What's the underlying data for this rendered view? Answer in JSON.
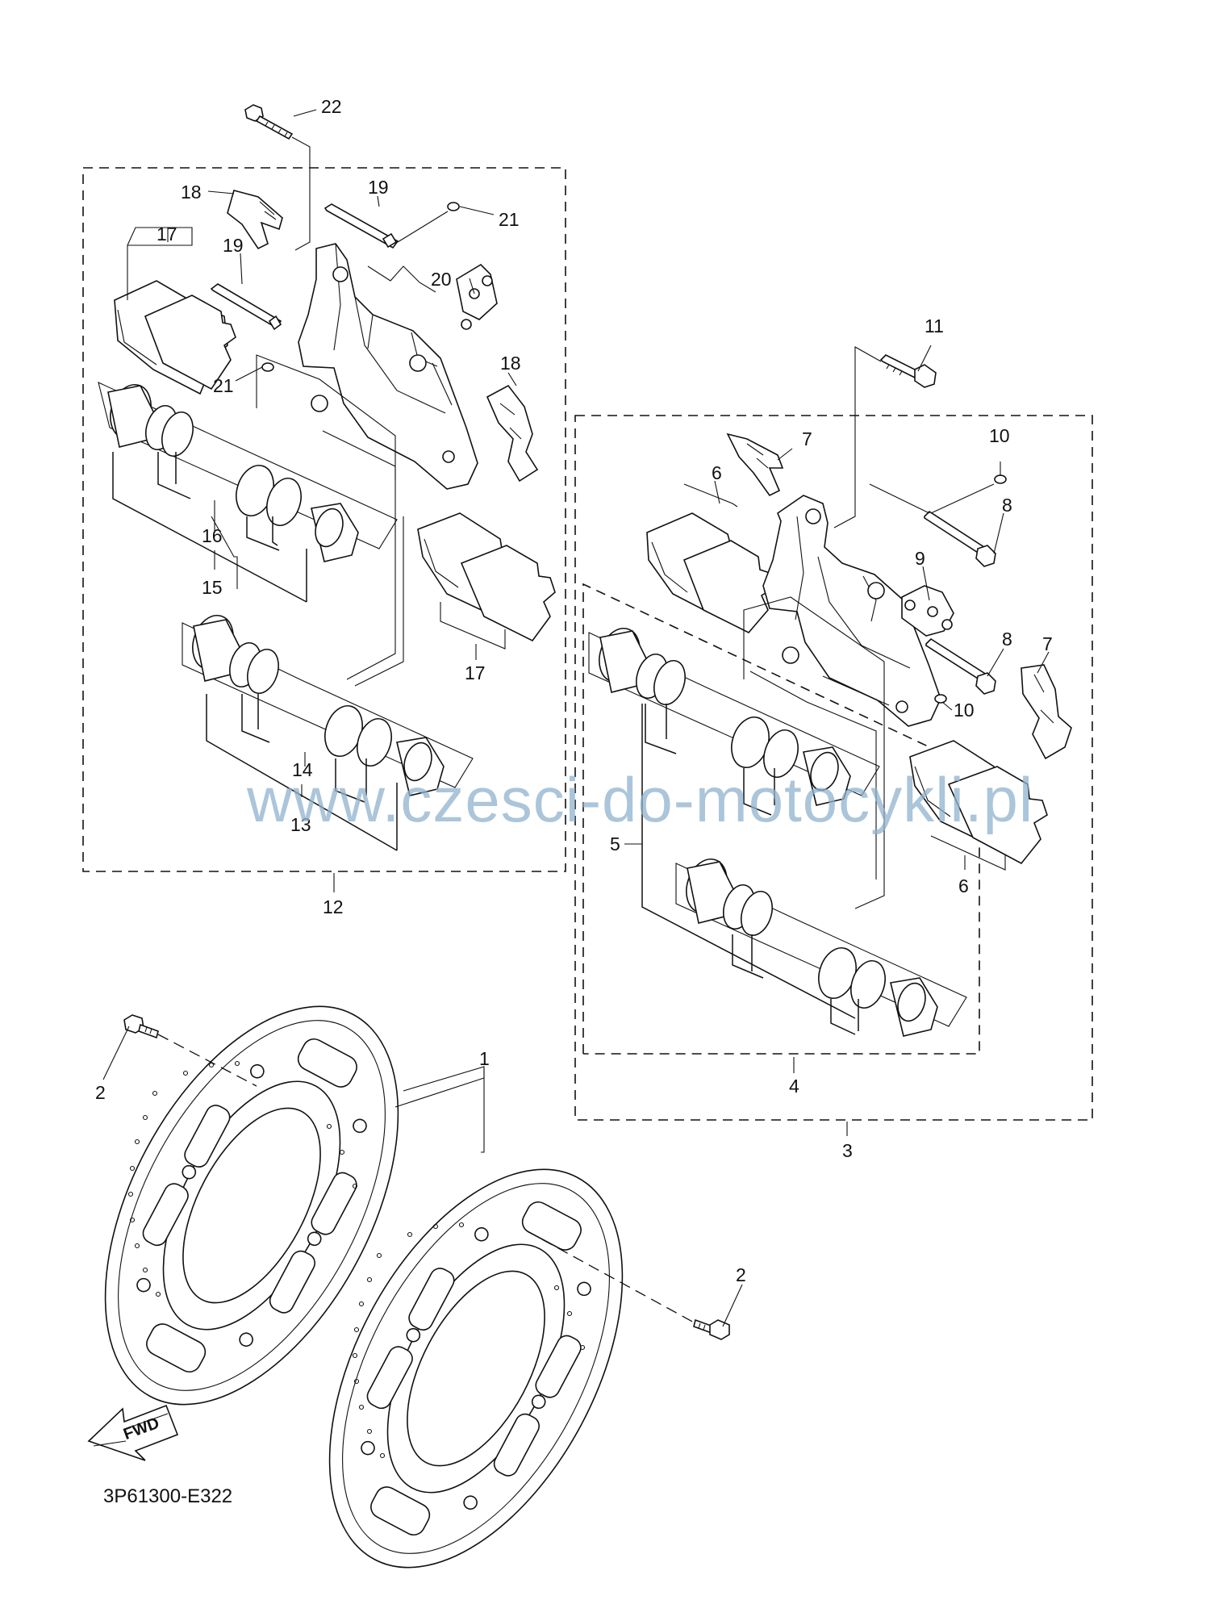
{
  "diagram": {
    "code": "3P61300-E322",
    "watermark": "www.czesci-do-motocykli.pl",
    "fwd_label": "FWD",
    "callouts": [
      {
        "id": "c1",
        "label": "1"
      },
      {
        "id": "c2a",
        "label": "2"
      },
      {
        "id": "c2b",
        "label": "2"
      },
      {
        "id": "c3",
        "label": "3"
      },
      {
        "id": "c4",
        "label": "4"
      },
      {
        "id": "c5",
        "label": "5"
      },
      {
        "id": "c6a",
        "label": "6"
      },
      {
        "id": "c6b",
        "label": "6"
      },
      {
        "id": "c7a",
        "label": "7"
      },
      {
        "id": "c7b",
        "label": "7"
      },
      {
        "id": "c8a",
        "label": "8"
      },
      {
        "id": "c8b",
        "label": "8"
      },
      {
        "id": "c9",
        "label": "9"
      },
      {
        "id": "c10a",
        "label": "10"
      },
      {
        "id": "c10b",
        "label": "10"
      },
      {
        "id": "c11",
        "label": "11"
      },
      {
        "id": "c12",
        "label": "12"
      },
      {
        "id": "c13",
        "label": "13"
      },
      {
        "id": "c14",
        "label": "14"
      },
      {
        "id": "c15",
        "label": "15"
      },
      {
        "id": "c16",
        "label": "16"
      },
      {
        "id": "c17a",
        "label": "17"
      },
      {
        "id": "c17b",
        "label": "17"
      },
      {
        "id": "c18a",
        "label": "18"
      },
      {
        "id": "c18b",
        "label": "18"
      },
      {
        "id": "c19a",
        "label": "19"
      },
      {
        "id": "c19b",
        "label": "19"
      },
      {
        "id": "c20",
        "label": "20"
      },
      {
        "id": "c21a",
        "label": "21"
      },
      {
        "id": "c21b",
        "label": "21"
      },
      {
        "id": "c22",
        "label": "22"
      }
    ]
  }
}
